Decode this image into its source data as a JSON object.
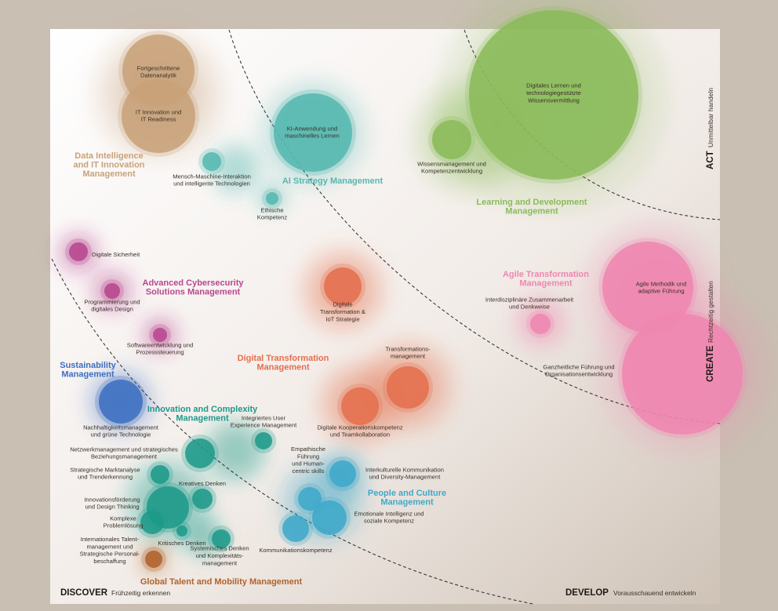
{
  "corners": {
    "discover": {
      "title": "DISCOVER",
      "subtitle": "Frühzeitig erkennen"
    },
    "develop": {
      "title": "DEVELOP",
      "subtitle": "Vorausschauend entwickeln"
    },
    "act": {
      "title": "ACT",
      "subtitle": "Unmittelbar handeln"
    },
    "create": {
      "title": "CREATE",
      "subtitle": "Rechtzeitig gestalten"
    }
  },
  "groups": [
    {
      "id": "data",
      "title": [
        "Data Intelligence",
        "and IT Innovation",
        "Management"
      ],
      "color": "#c8a27a",
      "bubbles": [
        {
          "label": [
            "Fortgeschrittene",
            "Datenanalytik"
          ]
        },
        {
          "label": [
            "IT Innovation und",
            "IT Readiness"
          ]
        }
      ]
    },
    {
      "id": "ai",
      "title": [
        "AI Strategy Management"
      ],
      "color": "#55b8b0",
      "bubbles": [
        {
          "label": [
            "KI-Anwendung und",
            "maschinelles Lernen"
          ]
        },
        {
          "label": [
            "Mensch-Maschine-Interaktion",
            "und intelligente Technologien"
          ]
        },
        {
          "label": [
            "Ethische",
            "Kompetenz"
          ]
        }
      ]
    },
    {
      "id": "learning",
      "title": [
        "Learning and Development",
        "Management"
      ],
      "color": "#8bbb5a",
      "bubbles": [
        {
          "label": [
            "Digitales Lernen und",
            "technologiegestützte",
            "Wissensvermittlung"
          ]
        },
        {
          "label": [
            "Wissensmanagement und",
            "Kompetenzentwicklung"
          ]
        }
      ]
    },
    {
      "id": "cyber",
      "title": [
        "Advanced Cybersecurity",
        "Solutions Management"
      ],
      "color": "#b9478f",
      "bubbles": [
        {
          "label": [
            "Digitale Sicherheit"
          ]
        },
        {
          "label": [
            "Programmierung und",
            "digitales Design"
          ]
        },
        {
          "label": [
            "Softwareentwicklung und",
            "Prozesssteuerung"
          ]
        }
      ]
    },
    {
      "id": "digital",
      "title": [
        "Digital Transformation",
        "Management"
      ],
      "color": "#e46f4e",
      "bubbles": [
        {
          "label": [
            "Digitale",
            "Transformation &",
            "IoT Strategie"
          ]
        },
        {
          "label": [
            "Transformations-",
            "management"
          ]
        },
        {
          "label": [
            "Digitale Kooperationskompetenz",
            "und Teamkollaboration"
          ]
        }
      ]
    },
    {
      "id": "agile",
      "title": [
        "Agile Transformation",
        "Management"
      ],
      "color": "#ef86b1",
      "bubbles": [
        {
          "label": [
            "Agile Methodik und",
            "adaptive Führung"
          ]
        },
        {
          "label": [
            "Interdisziplinäre Zusammenarbeit",
            "und Denkweise"
          ]
        },
        {
          "label": [
            "Ganzheitliche Führung und",
            "Organisationsentwicklung"
          ]
        }
      ]
    },
    {
      "id": "sustain",
      "title": [
        "Sustainability",
        "Management"
      ],
      "color": "#3d6fc1",
      "bubbles": [
        {
          "label": [
            "Nachhaltigkeitsmanagement",
            "und grüne Technologie"
          ]
        }
      ]
    },
    {
      "id": "innovation",
      "title": [
        "Innovation and Complexity",
        "Management"
      ],
      "color": "#1e9a8a",
      "bubbles": [
        {
          "label": [
            "Integriertes User",
            "Experience Management"
          ]
        },
        {
          "label": [
            "Netzwerkmanagement und strategisches",
            "Beziehungsmanagement"
          ]
        },
        {
          "label": [
            "Strategische Marktanalyse",
            "und Trenderkennung"
          ]
        },
        {
          "label": [
            "Kreatives Denken"
          ]
        },
        {
          "label": [
            "Innovationsförderung",
            "und Design Thinking"
          ]
        },
        {
          "label": [
            "Komplexe",
            "Problemlösung"
          ]
        },
        {
          "label": [
            "Kritisches Denken"
          ]
        },
        {
          "label": [
            "Systemisches Denken",
            "und Komplexitäts-",
            "management"
          ]
        }
      ]
    },
    {
      "id": "people",
      "title": [
        "People and Culture",
        "Management"
      ],
      "color": "#3fa9c9",
      "bubbles": [
        {
          "label": [
            "Empathische",
            "Führung",
            "und Human-",
            "centric skills"
          ]
        },
        {
          "label": [
            "Interkulturelle Kommunikation",
            "und Diversity-Management"
          ]
        },
        {
          "label": [
            "Emotionale Intelligenz und",
            "soziale Kompetenz"
          ]
        },
        {
          "label": [
            "Kommunikationskompetenz"
          ]
        }
      ]
    },
    {
      "id": "talent",
      "title": [
        "Global Talent and Mobility Management"
      ],
      "color": "#b1622b",
      "bubbles": [
        {
          "label": [
            "Internationales Talent-",
            "management und",
            "Strategische Personal-",
            "beschaffung"
          ]
        }
      ]
    }
  ]
}
